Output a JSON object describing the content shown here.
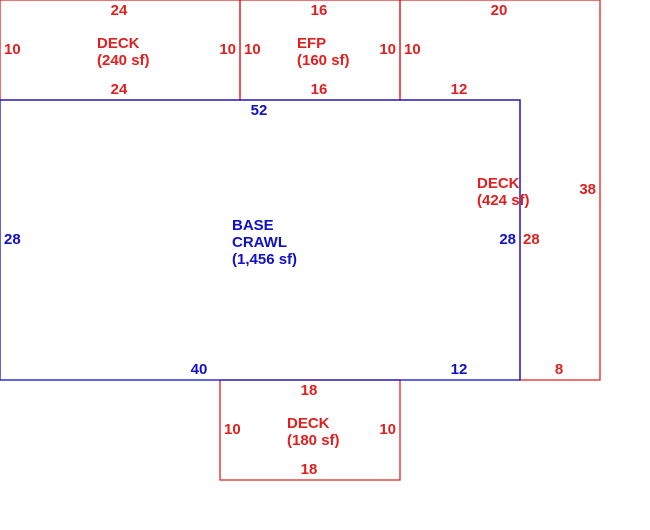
{
  "colors": {
    "deck": "#e02020",
    "base": "#1010c8",
    "background": "#ffffff"
  },
  "areas": {
    "deck_top_left": {
      "name": "DECK",
      "area": "(240 sf)"
    },
    "efp": {
      "name": "EFP",
      "area": "(160 sf)"
    },
    "deck_right": {
      "name": "DECK",
      "area": "(424 sf)"
    },
    "base": {
      "line1": "BASE",
      "line2": "CRAWL",
      "area": "(1,456 sf)"
    },
    "deck_bottom": {
      "name": "DECK",
      "area": "(180 sf)"
    }
  },
  "dimensions": {
    "deck_top_left": {
      "top": "24",
      "bottom": "24",
      "left": "10",
      "right": "10"
    },
    "efp": {
      "top": "16",
      "bottom": "16",
      "left": "10",
      "right": "10"
    },
    "deck_right": {
      "top": "20",
      "inner_top": "12",
      "left_inner": "10",
      "right": "38",
      "left": "28",
      "bottom": "8"
    },
    "base": {
      "top": "52",
      "left": "28",
      "right": "28",
      "bottom_left": "40",
      "bottom_right": "12"
    },
    "deck_bottom": {
      "top": "18",
      "bottom": "18",
      "left": "10",
      "right": "10"
    }
  }
}
